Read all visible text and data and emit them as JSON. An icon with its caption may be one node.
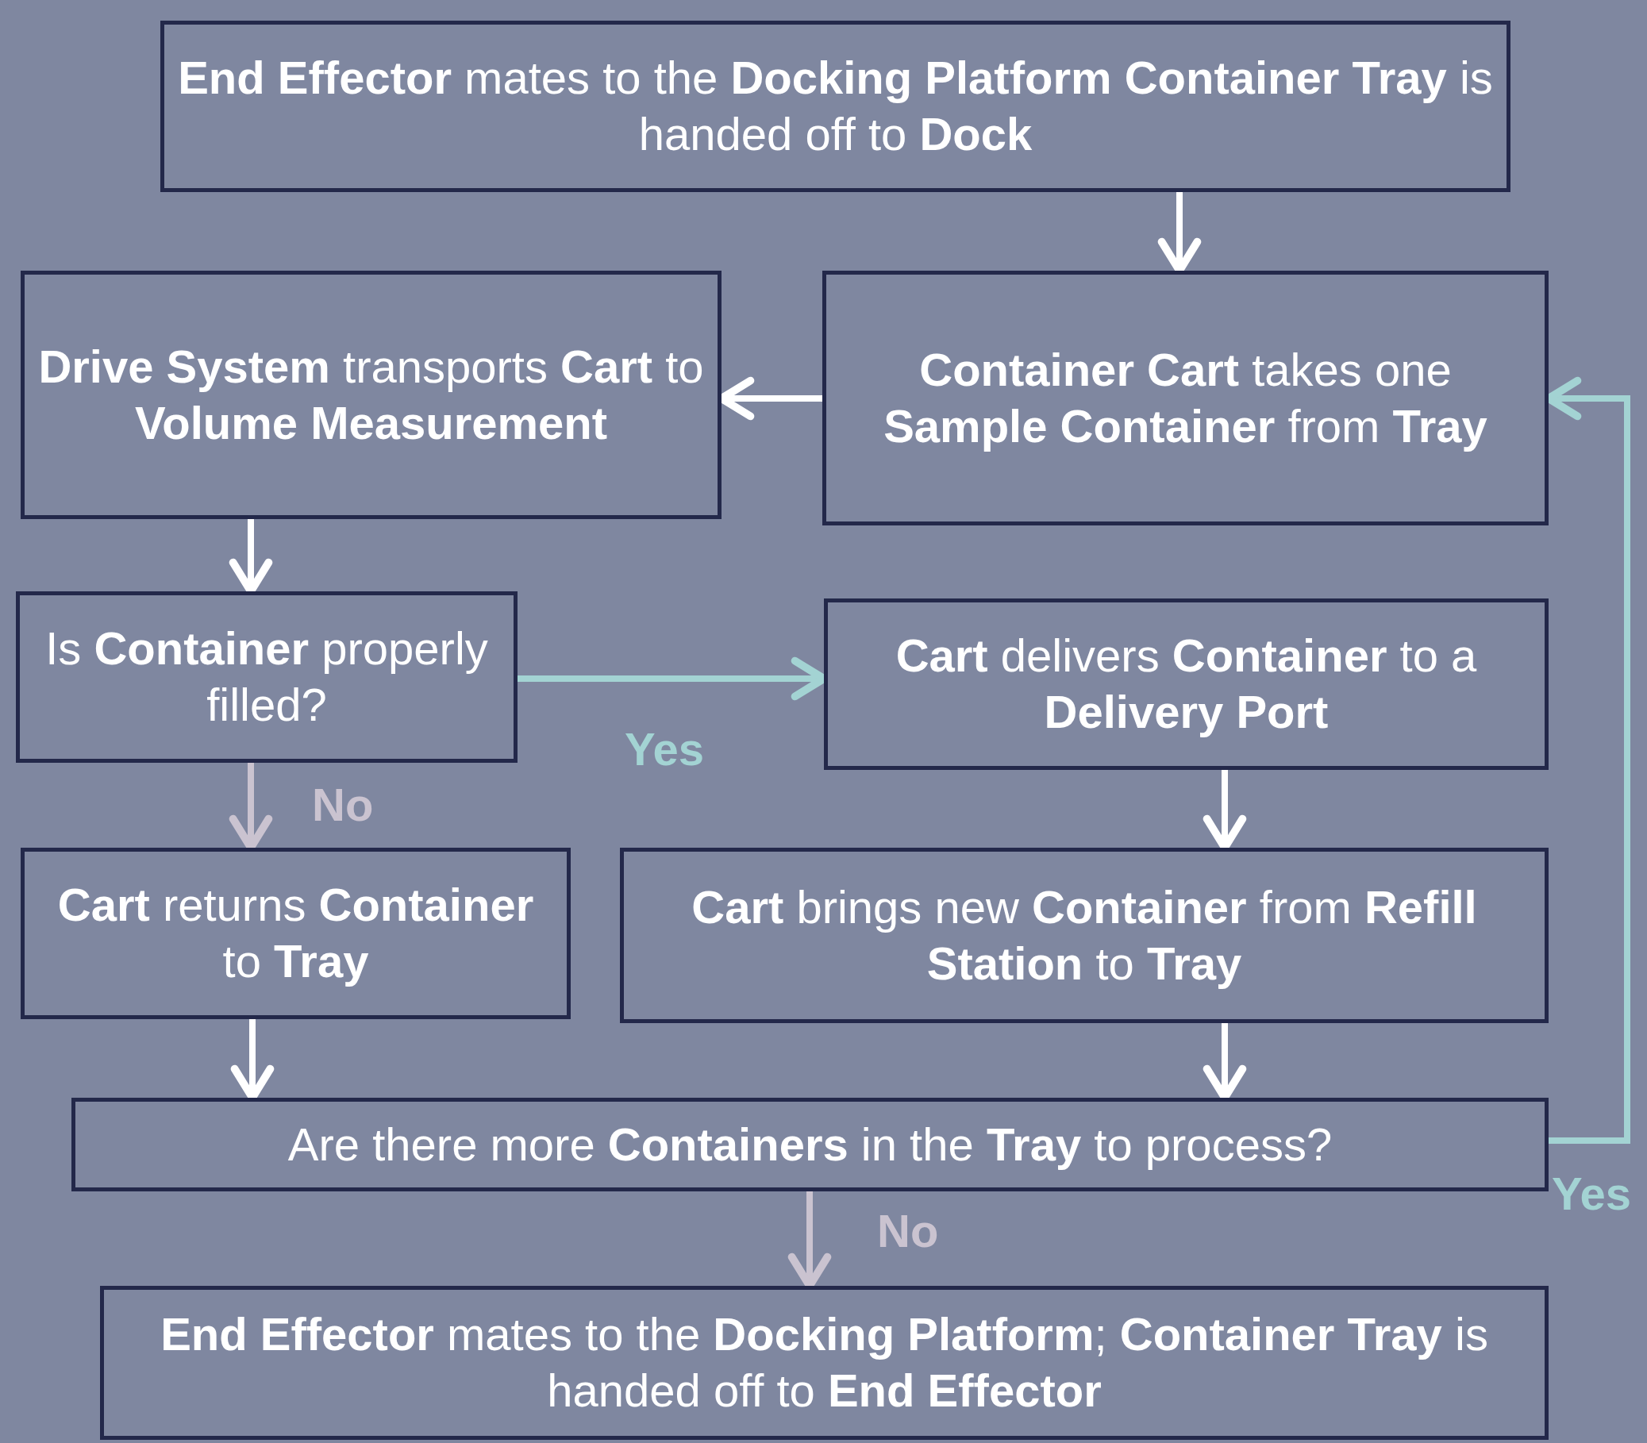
{
  "diagram": {
    "nodes": [
      {
        "text": [
          "**End Effector** mates to the **Docking Platform** **Container Tray** is handed off to **Dock**"
        ]
      },
      {
        "text": [
          "**Container Cart** takes one **Sample Container** from **Tray**"
        ]
      },
      {
        "text": [
          "**Drive System** transports **Cart** to **Volume Measurement**"
        ]
      },
      {
        "text": [
          "Is **Container** properly filled?"
        ]
      },
      {
        "text": [
          "**Cart** delivers **Container** to a **Delivery Port**"
        ]
      },
      {
        "text": [
          "**Cart** returns **Container** to **Tray**"
        ]
      },
      {
        "text": [
          "**Cart** brings new **Container** from **Refill Station** to **Tray**"
        ]
      },
      {
        "text": [
          "Are there more **Containers** in the **Tray** to process?"
        ]
      },
      {
        "text": [
          "**End Effector** mates to the **Docking Platform**; **Container Tray** is handed off to **End Effector**"
        ]
      }
    ],
    "edges": [
      {
        "from": 0,
        "to": 1,
        "arrow": "to"
      },
      {
        "from": 1,
        "to": 2,
        "arrow": "to"
      },
      {
        "from": 2,
        "to": 3,
        "arrow": "to"
      },
      {
        "from": 3,
        "to": 4,
        "arrow": "to",
        "label": "Yes",
        "color": "#a3d3d3"
      },
      {
        "from": 3,
        "to": 5,
        "arrow": "to",
        "label": "No",
        "color": "#cac3d0"
      },
      {
        "from": 4,
        "to": 6,
        "arrow": "to"
      },
      {
        "from": 5,
        "to": 7,
        "arrow": "to"
      },
      {
        "from": 6,
        "to": 7,
        "arrow": "to"
      },
      {
        "from": 7,
        "to": 1,
        "arrow": "to",
        "label": "Yes",
        "color": "#a3d3d3"
      },
      {
        "from": 7,
        "to": 8,
        "arrow": "to",
        "label": "No",
        "color": "#cac3d0"
      }
    ]
  }
}
